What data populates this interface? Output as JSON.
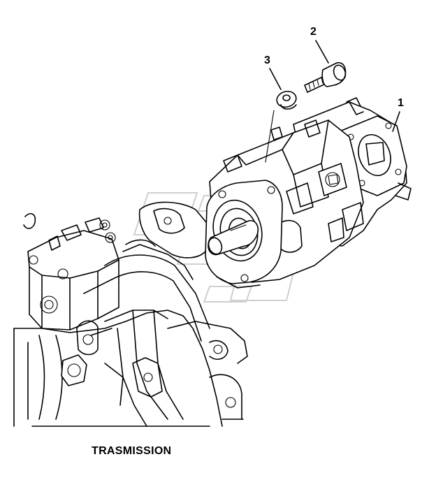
{
  "diagram": {
    "callouts": {
      "part_1": "1",
      "part_2": "2",
      "part_3": "3"
    },
    "caption": "TRASMISSION"
  }
}
